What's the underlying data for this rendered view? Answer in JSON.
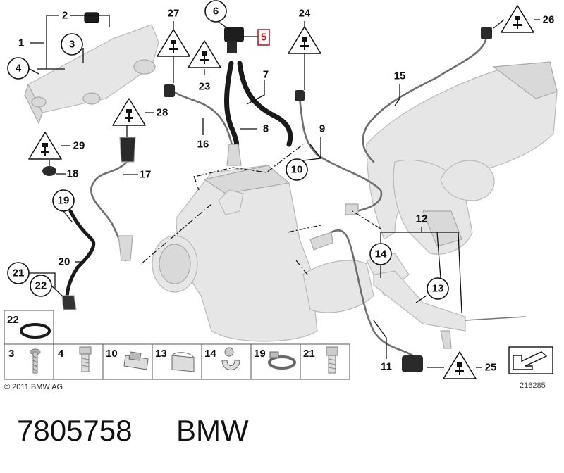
{
  "diagram": {
    "callouts": {
      "c1": "1",
      "c2": "2",
      "c3": "3",
      "c4": "4",
      "c5": "5",
      "c6": "6",
      "c7": "7",
      "c8": "8",
      "c9": "9",
      "c10": "10",
      "c11": "11",
      "c12": "12",
      "c13": "13",
      "c14": "14",
      "c15": "15",
      "c16": "16",
      "c17": "17",
      "c18": "18",
      "c19": "19",
      "c20": "20",
      "c21": "21",
      "c22": "22",
      "c23": "23",
      "c24": "24",
      "c25": "25",
      "c26": "26",
      "c27": "27",
      "c28": "28",
      "c29": "29"
    },
    "highlight_color": "#d0181f",
    "legend": [
      "22",
      "3",
      "4",
      "10",
      "13",
      "14",
      "19",
      "21"
    ],
    "copyright": "© 2011 BMW AG",
    "image_number": "216285"
  },
  "footer": {
    "part_number": "7805758",
    "brand": "BMW"
  },
  "icons": [
    "warning-connector-icon",
    "arrow-box-icon"
  ]
}
